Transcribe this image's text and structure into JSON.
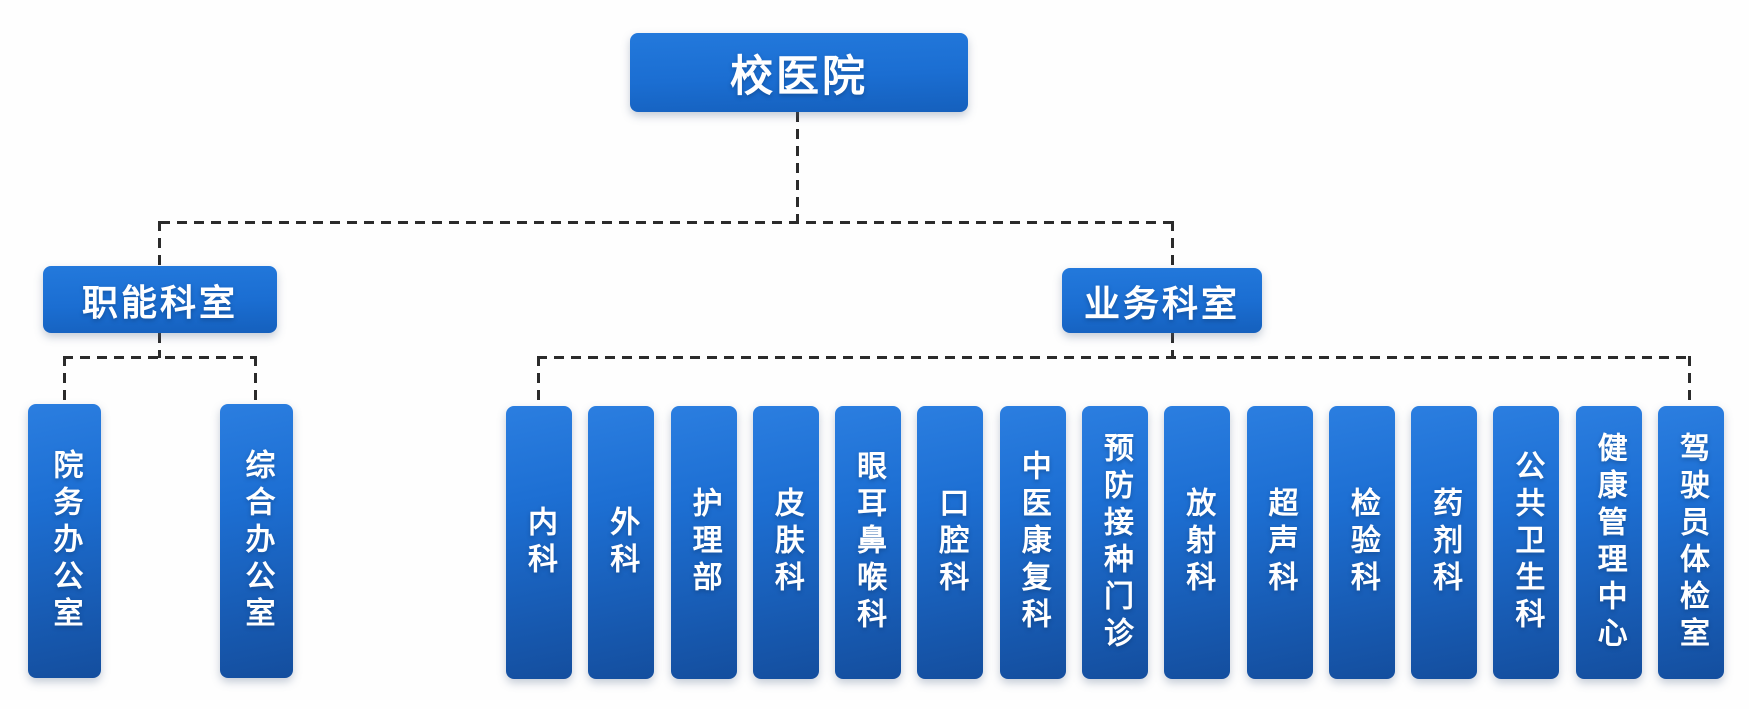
{
  "org": {
    "root": {
      "label": "校医院"
    },
    "functional": {
      "label": "职能科室",
      "children": [
        {
          "label": "院务办公室"
        },
        {
          "label": "综合办公室"
        }
      ]
    },
    "business": {
      "label": "业务科室",
      "children": [
        {
          "label": "内科"
        },
        {
          "label": "外科"
        },
        {
          "label": "护理部"
        },
        {
          "label": "皮肤科"
        },
        {
          "label": "眼耳鼻喉科"
        },
        {
          "label": "口腔科"
        },
        {
          "label": "中医康复科"
        },
        {
          "label": "预防接种门诊"
        },
        {
          "label": "放射科"
        },
        {
          "label": "超声科"
        },
        {
          "label": "检验科"
        },
        {
          "label": "药剂科"
        },
        {
          "label": "公共卫生科"
        },
        {
          "label": "健康管理中心"
        },
        {
          "label": "驾驶员体检室"
        }
      ]
    }
  },
  "colors": {
    "box_gradient_top": "#2b7ee0",
    "box_gradient_bottom": "#144e9e",
    "connector": "#2b2b2b",
    "text": "#ffffff",
    "background": "#fefefe"
  }
}
